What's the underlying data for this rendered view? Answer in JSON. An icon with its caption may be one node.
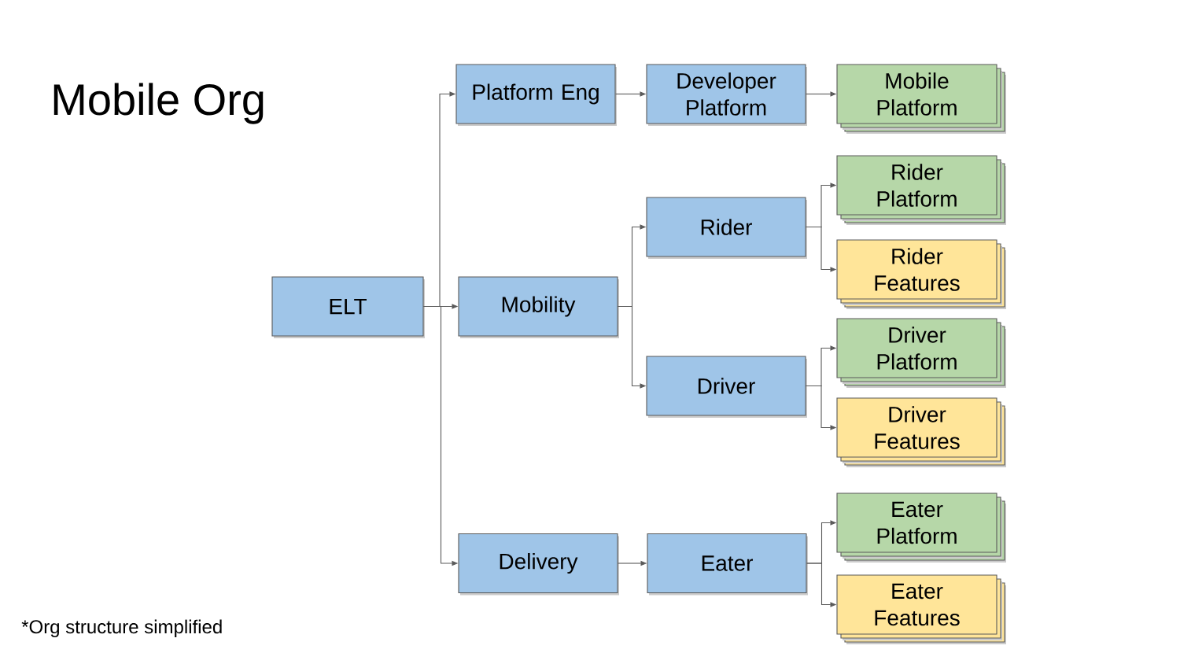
{
  "diagram": {
    "title": "Mobile Org",
    "nodes": [
      {
        "text": [
          "ELT"
        ]
      },
      {
        "text": [
          "Platform Eng"
        ]
      },
      {
        "text": [
          "Mobility"
        ]
      },
      {
        "text": [
          "Delivery"
        ]
      },
      {
        "text": [
          "Developer Platform"
        ]
      },
      {
        "text": [
          "Rider"
        ]
      },
      {
        "text": [
          "Driver"
        ]
      },
      {
        "text": [
          "Eater"
        ]
      },
      {
        "text": [
          "Mobile Platform"
        ]
      },
      {
        "text": [
          "Rider Platform"
        ]
      },
      {
        "text": [
          "Rider Features"
        ]
      },
      {
        "text": [
          "Driver Platform"
        ]
      },
      {
        "text": [
          "Driver Features"
        ]
      },
      {
        "text": [
          "Eater Platform"
        ]
      },
      {
        "text": [
          "Eater Features"
        ]
      }
    ],
    "edges": [
      {
        "from": 0,
        "to": 1,
        "arrow": "to"
      },
      {
        "from": 0,
        "to": 2,
        "arrow": "to"
      },
      {
        "from": 0,
        "to": 3,
        "arrow": "to"
      },
      {
        "from": 1,
        "to": 4,
        "arrow": "to"
      },
      {
        "from": 4,
        "to": 8,
        "arrow": "to"
      },
      {
        "from": 2,
        "to": 5,
        "arrow": "to"
      },
      {
        "from": 2,
        "to": 6,
        "arrow": "to"
      },
      {
        "from": 5,
        "to": 9,
        "arrow": "to"
      },
      {
        "from": 5,
        "to": 10,
        "arrow": "to"
      },
      {
        "from": 6,
        "to": 11,
        "arrow": "to"
      },
      {
        "from": 6,
        "to": 12,
        "arrow": "to"
      },
      {
        "from": 3,
        "to": 7,
        "arrow": "to"
      },
      {
        "from": 7,
        "to": 13,
        "arrow": "to"
      },
      {
        "from": 7,
        "to": 14,
        "arrow": "to"
      }
    ],
    "labels": [
      "*Org structure simplified"
    ]
  }
}
